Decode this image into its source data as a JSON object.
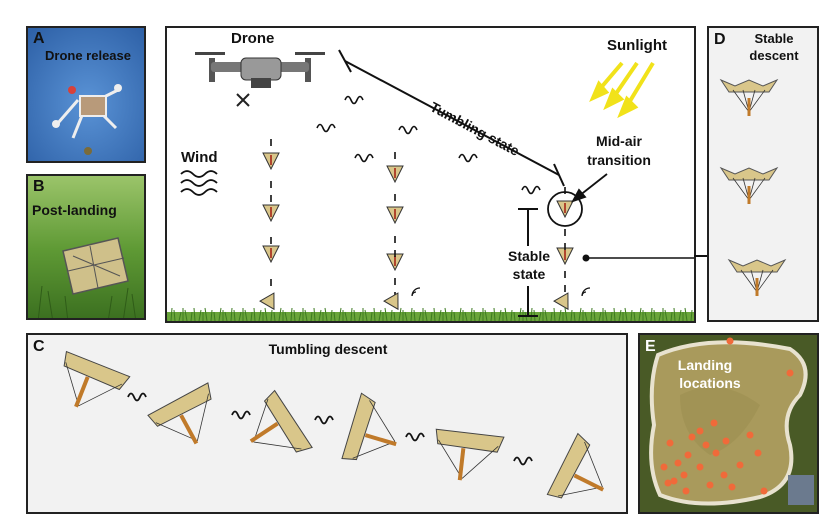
{
  "panels": {
    "a": {
      "letter": "A",
      "title": "Drone release"
    },
    "b": {
      "letter": "B",
      "title": "Post-landing"
    },
    "c": {
      "letter": "C",
      "title": "Tumbling descent"
    },
    "d": {
      "letter": "D",
      "title_line1": "Stable",
      "title_line2": "descent"
    },
    "e": {
      "letter": "E",
      "title_line1": "Landing",
      "title_line2": "locations"
    }
  },
  "main": {
    "drone_label": "Drone",
    "sunlight_label": "Sunlight",
    "tumbling_state_label": "Tumbling state",
    "wind_label": "Wind",
    "transition_line1": "Mid-air",
    "transition_line2": "transition",
    "stable_line1": "Stable",
    "stable_line2": "state"
  },
  "colors": {
    "sky_blue": "#3f79c0",
    "grass_green": "#4f8a2c",
    "sun_yellow": "#f1e21a",
    "wing_tan": "#d9c68a",
    "landing_marker": "#f06a3a",
    "panel_bg": "#f2f2f2"
  }
}
